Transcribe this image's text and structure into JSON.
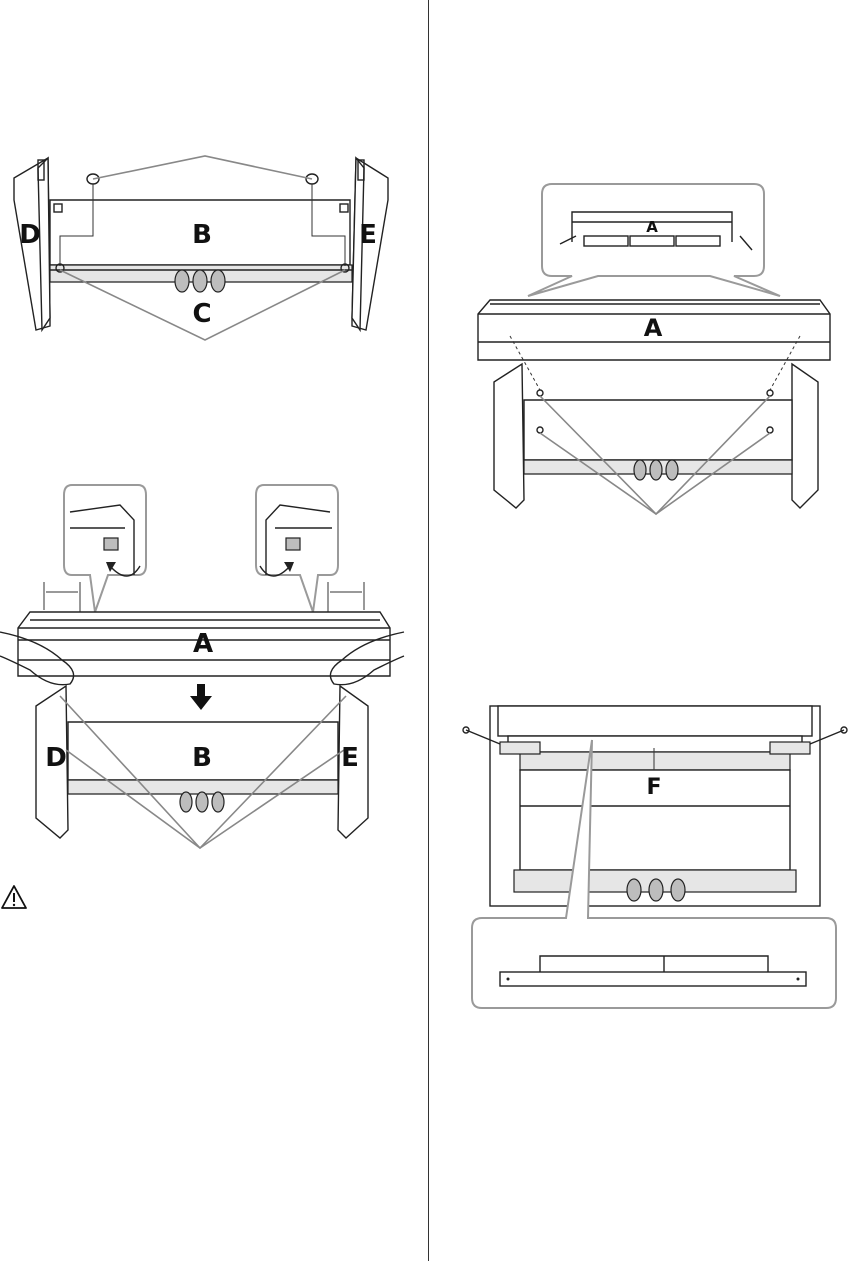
{
  "figures": {
    "fig1": {
      "labels": [
        "D",
        "B",
        "E",
        "C"
      ]
    },
    "fig2": {
      "labels": [
        "A",
        "D",
        "B",
        "E"
      ]
    },
    "fig3": {
      "labels": [
        "A",
        "A"
      ]
    },
    "fig4": {
      "labels": [
        "F"
      ]
    }
  },
  "icons": {
    "caution": "caution-triangle-icon"
  }
}
